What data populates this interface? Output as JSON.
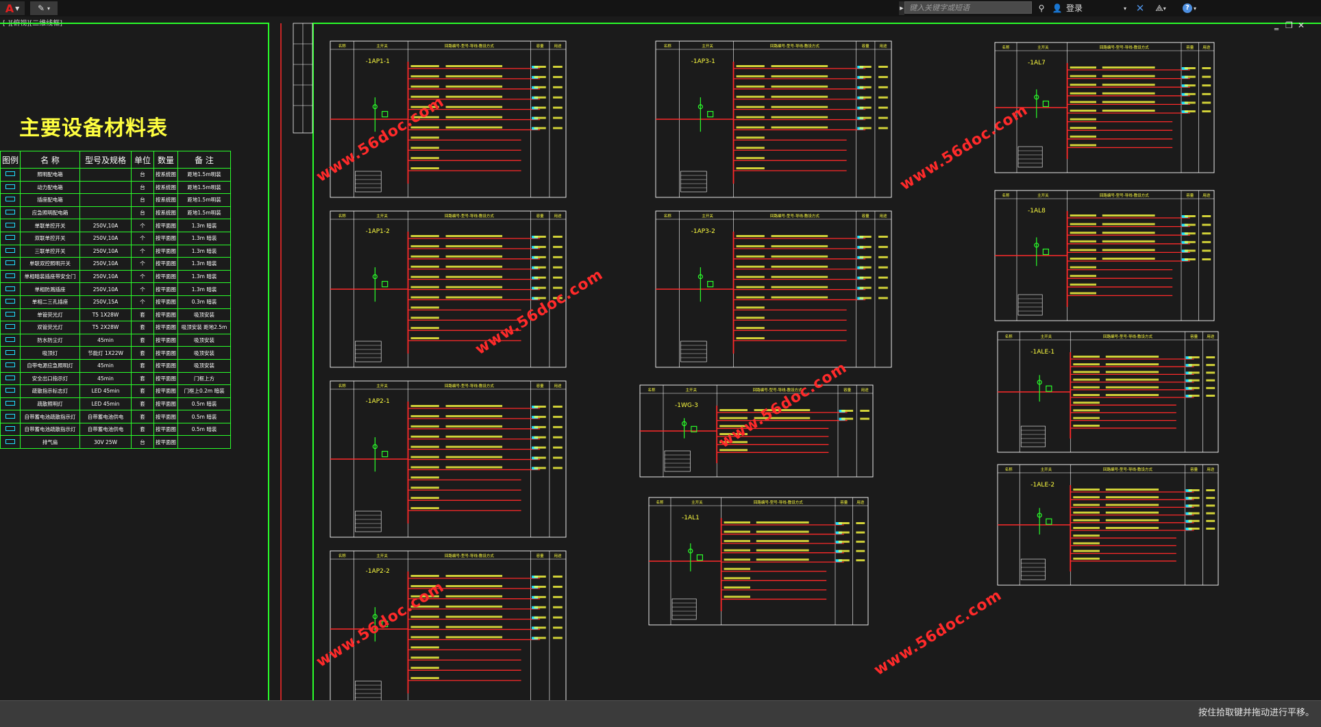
{
  "app": {
    "search_placeholder": "键入关键字或短语",
    "login_label": "登录",
    "tab_label": "[-][俯视][二维线框]"
  },
  "status": {
    "hint": "按住拾取键并拖动进行平移。"
  },
  "material_table": {
    "title": "主要设备材料表",
    "headers": [
      "图例",
      "名 称",
      "型号及规格",
      "单位",
      "数量",
      "备 注"
    ],
    "rows": [
      [
        "",
        "照明配电箱",
        "",
        "台",
        "按系统图",
        "距地1.5m明装"
      ],
      [
        "",
        "动力配电箱",
        "",
        "台",
        "按系统图",
        "距地1.5m明装"
      ],
      [
        "",
        "插座配电箱",
        "",
        "台",
        "按系统图",
        "距地1.5m明装"
      ],
      [
        "",
        "应急照明配电箱",
        "",
        "台",
        "按系统图",
        "距地1.5m明装"
      ],
      [
        "",
        "单联单控开关",
        "250V,10A",
        "个",
        "按平面图",
        "1.3m 暗装"
      ],
      [
        "",
        "双联单控开关",
        "250V,10A",
        "个",
        "按平面图",
        "1.3m 暗装"
      ],
      [
        "",
        "三联单控开关",
        "250V,10A",
        "个",
        "按平面图",
        "1.3m 暗装"
      ],
      [
        "",
        "单联双控照明开关",
        "250V,10A",
        "个",
        "按平面图",
        "1.3m 暗装"
      ],
      [
        "",
        "单相暗装插座带安全门",
        "250V,10A",
        "个",
        "按平面图",
        "1.3m 暗装"
      ],
      [
        "",
        "单相防溅插座",
        "250V,10A",
        "个",
        "按平面图",
        "1.3m 暗装"
      ],
      [
        "",
        "单相二三孔插座",
        "250V,15A",
        "个",
        "按平面图",
        "0.3m 暗装"
      ],
      [
        "",
        "单管荧光灯",
        "T5 1X28W",
        "套",
        "按平面图",
        "吸顶安装"
      ],
      [
        "",
        "双管荧光灯",
        "T5 2X28W",
        "套",
        "按平面图",
        "吸顶安装 距地2.5m"
      ],
      [
        "",
        "防水防尘灯",
        "45min",
        "套",
        "按平面图",
        "吸顶安装"
      ],
      [
        "",
        "吸顶灯",
        "节能灯 1X22W",
        "套",
        "按平面图",
        "吸顶安装"
      ],
      [
        "",
        "自带电源应急照明灯",
        "45min",
        "套",
        "按平面图",
        "吸顶安装"
      ],
      [
        "",
        "安全出口指示灯",
        "45min",
        "套",
        "按平面图",
        "门框上方"
      ],
      [
        "",
        "疏散指示标志灯",
        "LED 45min",
        "套",
        "按平面图",
        "门框上0.2m 暗装"
      ],
      [
        "",
        "疏散照明灯",
        "LED 45min",
        "套",
        "按平面图",
        "0.5m 暗装"
      ],
      [
        "",
        "自带蓄电池疏散指示灯",
        "自带蓄电池供电",
        "套",
        "按平面图",
        "0.5m 暗装"
      ],
      [
        "",
        "自带蓄电池疏散指示灯",
        "自带蓄电池供电",
        "套",
        "按平面图",
        "0.5m 暗装"
      ],
      [
        "",
        "排气扇",
        "30V 25W",
        "台",
        "按平面图",
        ""
      ]
    ]
  },
  "panels": [
    {
      "id": "p1",
      "label": "-1AP1-1"
    },
    {
      "id": "p2",
      "label": "-1AP1-2"
    },
    {
      "id": "p3",
      "label": "-1AP2-1"
    },
    {
      "id": "p4",
      "label": "-1AP2-2"
    },
    {
      "id": "p5",
      "label": "-1AP3-1"
    },
    {
      "id": "p6",
      "label": "-1AP3-2"
    },
    {
      "id": "p7",
      "label": "-1AL7"
    },
    {
      "id": "p8",
      "label": "-1AL8"
    },
    {
      "id": "p9",
      "label": "-1ALE-1"
    },
    {
      "id": "p10",
      "label": "-1ALE-2"
    },
    {
      "id": "p11",
      "label": "-1WG-3"
    },
    {
      "id": "p12",
      "label": "-1AL1"
    }
  ],
  "panel_headers": [
    "名称",
    "主开关",
    "回路编号-型号-导线-敷设方式",
    "容量",
    "用途"
  ],
  "watermark": "www.56doc.com",
  "colors": {
    "frame": "#2aff2a",
    "bus": "#ff2a2a",
    "text": "#ffff40",
    "cyan": "#20e0ff",
    "white": "#ffffff"
  }
}
